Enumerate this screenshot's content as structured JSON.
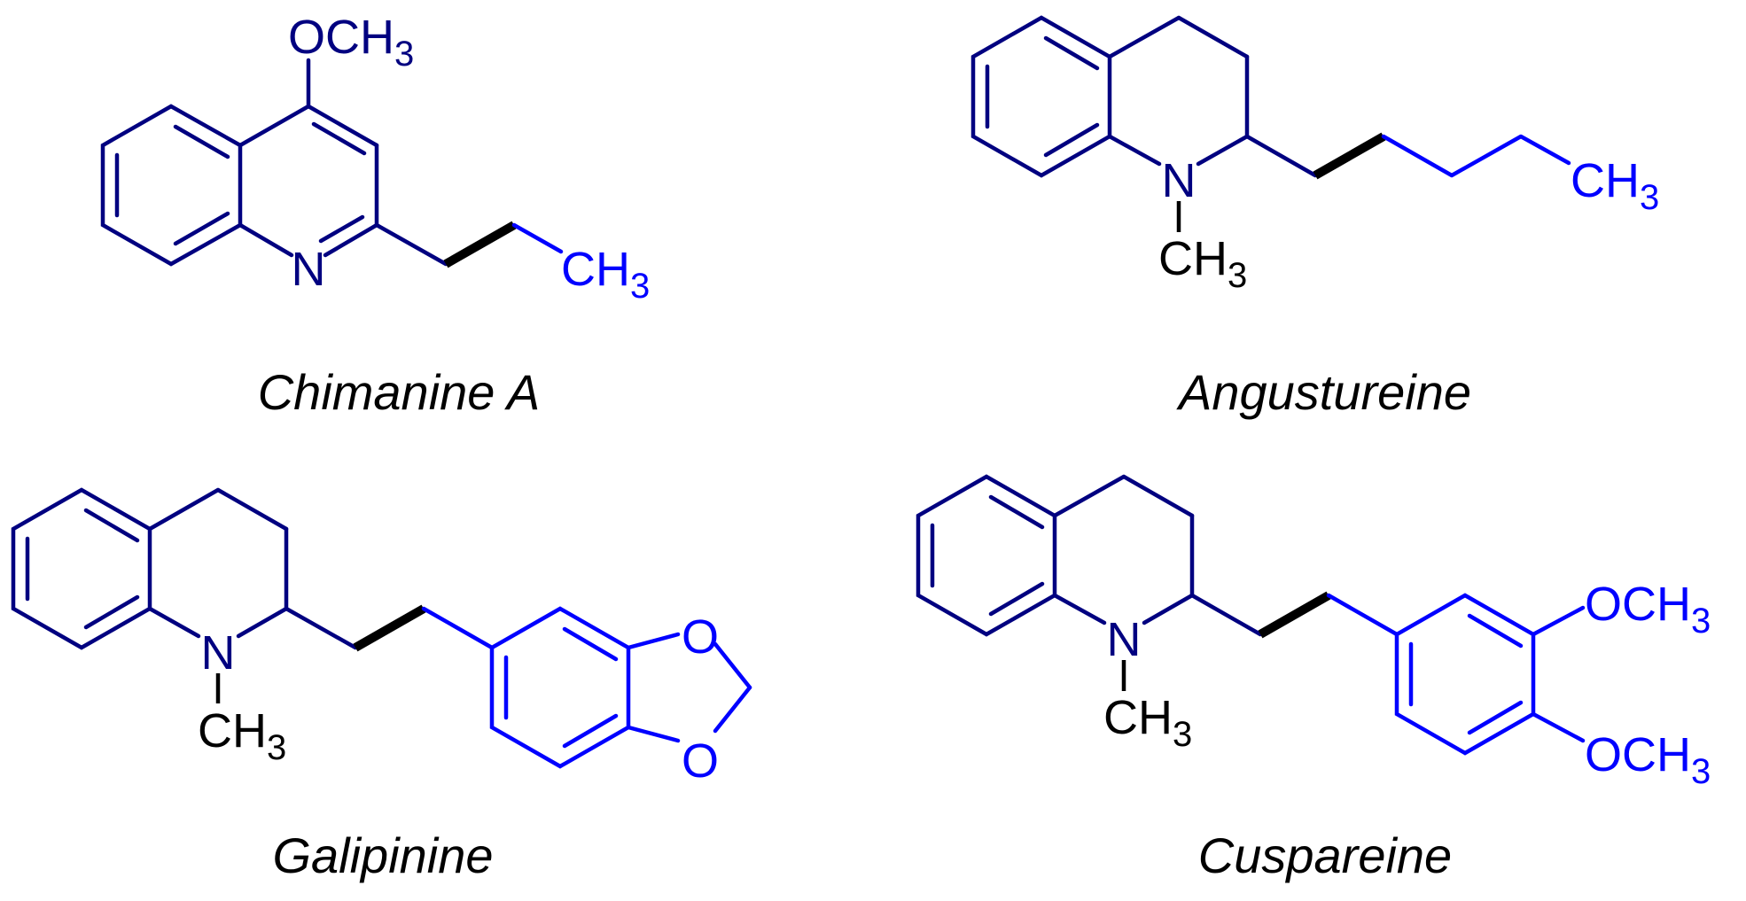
{
  "colors": {
    "core": "#000080",
    "highlight": "#0000ff",
    "wedge": "#000000",
    "methyl": "#000000"
  },
  "compounds": [
    {
      "name": "Chimanine A"
    },
    {
      "name": "Angustureine"
    },
    {
      "name": "Galipinine"
    },
    {
      "name": "Cuspareine"
    }
  ],
  "labels": {
    "N": "N",
    "O": "O",
    "OCH": "OCH",
    "CH": "CH",
    "sub3": "3"
  }
}
